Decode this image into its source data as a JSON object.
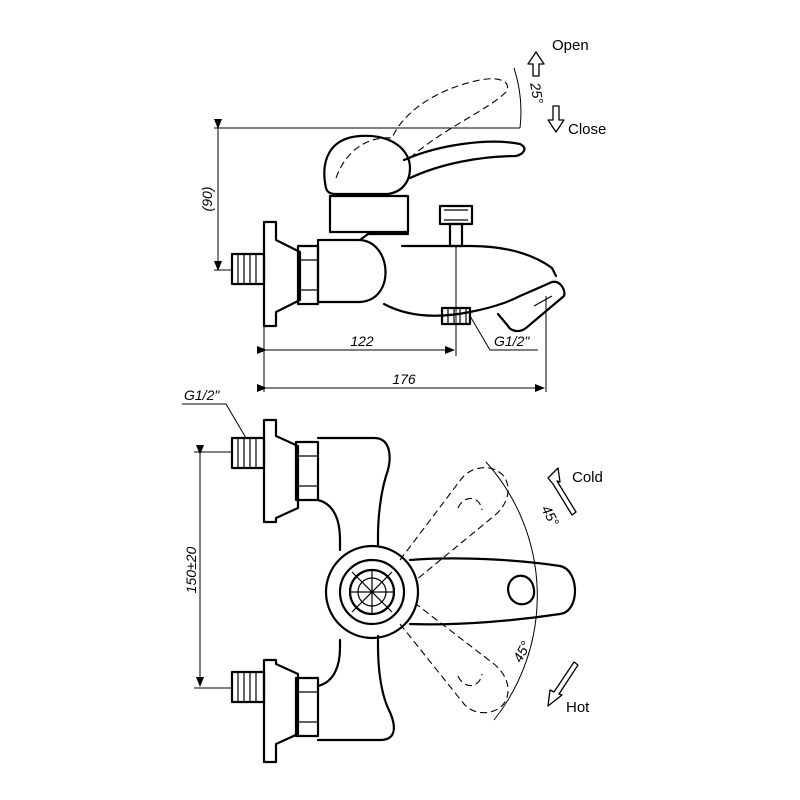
{
  "side_view": {
    "open_label": "Open",
    "close_label": "Close",
    "lever_angle": "25°",
    "height_dim": "(90)",
    "inlet_to_spout_dim": "122",
    "overall_length_dim": "176",
    "spout_thread": "G1/2\""
  },
  "top_view": {
    "inlet_thread": "G1/2\"",
    "inlet_spacing_dim": "150±20",
    "cold_label": "Cold",
    "hot_label": "Hot",
    "cold_angle": "45°",
    "hot_angle": "45°"
  }
}
